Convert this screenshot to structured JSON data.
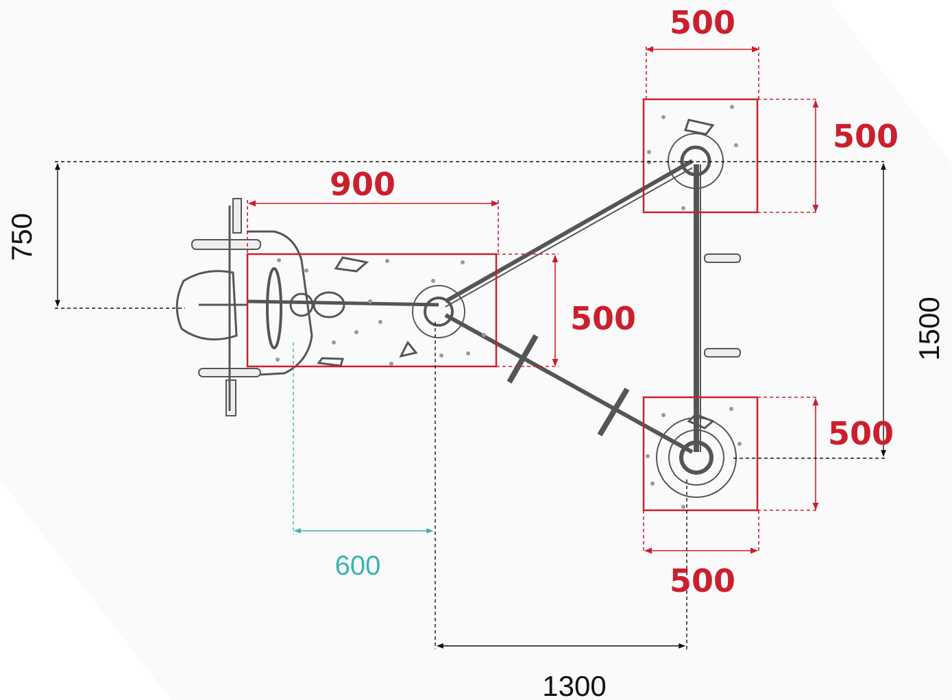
{
  "diagram": {
    "type": "technical-plan",
    "colors": {
      "red_dimension": "#cc1f2d",
      "black_dimension": "#111111",
      "teal_dimension": "#3bb3ad",
      "equipment_line": "#555555"
    },
    "dimensions": {
      "top_pad_width": "500",
      "top_pad_height": "500",
      "main_platform_width": "900",
      "main_platform_height": "500",
      "bottom_pad_height": "500",
      "bottom_pad_width": "500",
      "left_offset": "750",
      "right_span": "1500",
      "wheel_offset": "600",
      "bottom_span": "1300"
    }
  }
}
